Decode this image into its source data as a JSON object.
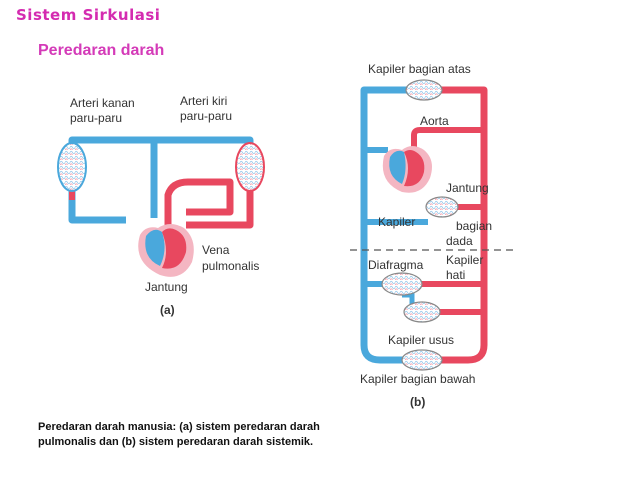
{
  "header": {
    "title": "Sistem Sirkulasi"
  },
  "slide": {
    "subtitle": "Peredaran darah",
    "caption_line1": "Peredaran darah manusia: (a) sistem peredaran darah",
    "caption_line2": "pulmonalis dan (b) sistem peredaran darah sistemik."
  },
  "diagram_a": {
    "label_arteri_kanan_1": "Arteri kanan",
    "label_arteri_kanan_2": "paru-paru",
    "label_arteri_kiri_1": "Arteri kiri",
    "label_arteri_kiri_2": "paru-paru",
    "label_vena_1": "Vena",
    "label_vena_2": "pulmonalis",
    "label_jantung": "Jantung",
    "tag": "(a)"
  },
  "diagram_b": {
    "label_kapiler_atas": "Kapiler bagian atas",
    "label_aorta": "Aorta",
    "label_jantung": "Jantung",
    "label_kapiler": "Kapiler",
    "label_bagian": "bagian",
    "label_dada": "dada",
    "label_diafragma": "Diafragma",
    "label_kapiler_hati_1": "Kapiler",
    "label_kapiler_hati_2": "hati",
    "label_kapiler_usus": "Kapiler usus",
    "label_kapiler_bawah": "Kapiler bagian bawah",
    "tag": "(b)"
  },
  "colors": {
    "artery": "#e8485f",
    "vein": "#4aa8dc",
    "title": "#d42bb0",
    "heart_pink": "#f4b6c2"
  }
}
